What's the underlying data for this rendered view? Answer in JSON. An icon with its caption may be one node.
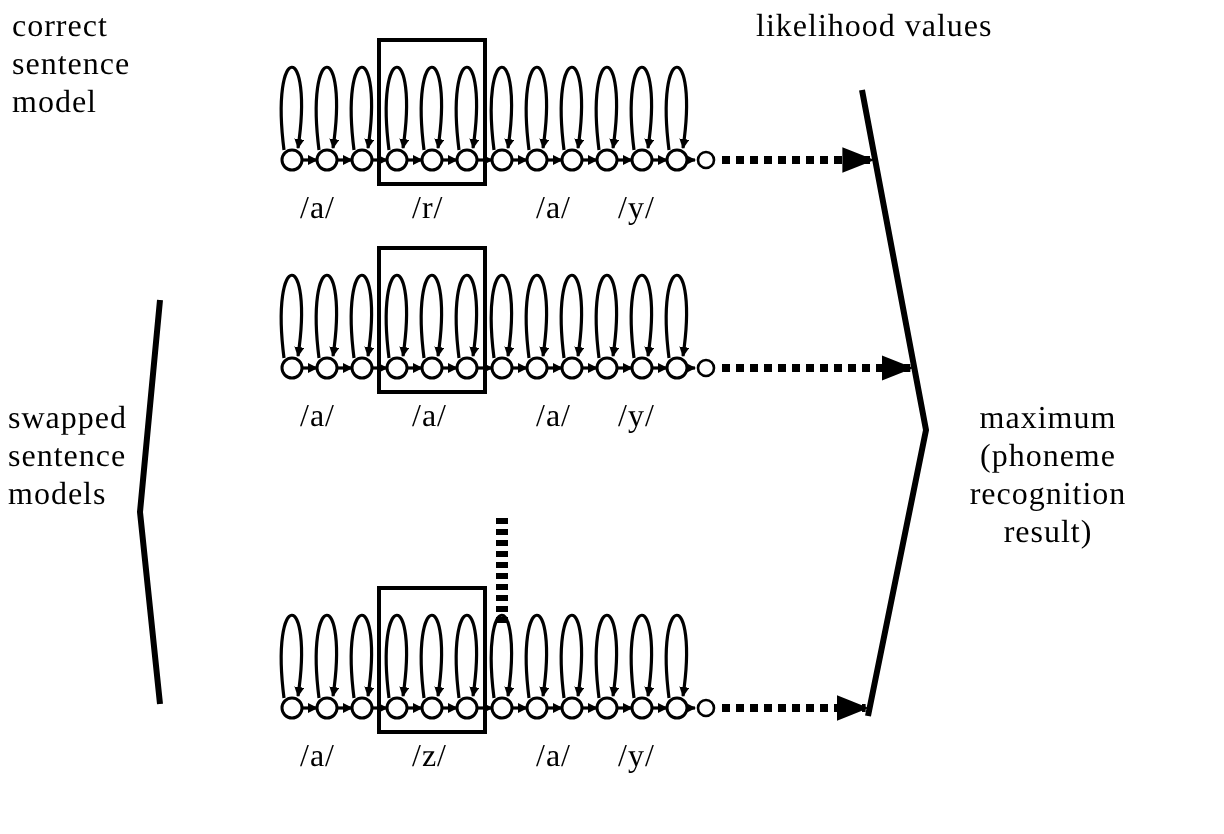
{
  "diagram": {
    "nodes": [
      {
        "text": [],
        "shape": "picture",
        "beside": [
          "/a/",
          "/r/",
          "/a/",
          "/y/"
        ]
      },
      {
        "text": [],
        "shape": "picture",
        "beside": [
          "/a/",
          "/a/",
          "/a/",
          "/y/"
        ]
      },
      {
        "text": [],
        "shape": "picture",
        "beside": [
          "/a/",
          "/z/",
          "/a/",
          "/y/"
        ]
      },
      {
        "text": [],
        "shape": "bracket",
        "beside": [
          "maximum (phoneme recognition result)"
        ]
      }
    ],
    "edges": [
      {
        "from": 0,
        "to": 3,
        "arrow": "to",
        "style": "dashed"
      },
      {
        "from": 1,
        "to": 3,
        "arrow": "to",
        "style": "dashed"
      },
      {
        "from": 2,
        "to": 3,
        "arrow": "to",
        "style": "dashed"
      }
    ],
    "labels": [
      "correct sentence model",
      "likelihood values",
      "swapped sentence models"
    ]
  }
}
